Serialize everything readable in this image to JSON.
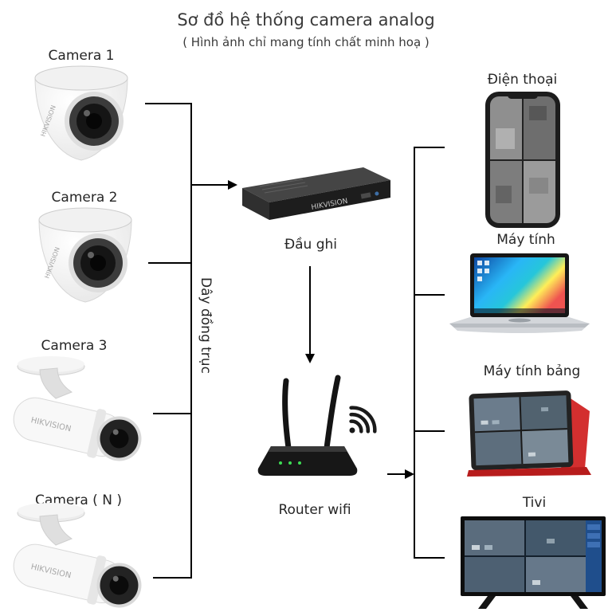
{
  "title": "Sơ đồ hệ thống camera analog",
  "subtitle": "( Hình ảnh chỉ mang tính chất minh hoạ )",
  "brand": "HIKVISION",
  "left_column": {
    "cable_label": "Dây đồng trục",
    "cameras": [
      {
        "label": "Camera 1",
        "type": "dome"
      },
      {
        "label": "Camera 2",
        "type": "dome"
      },
      {
        "label": "Camera 3",
        "type": "bullet"
      },
      {
        "label": "Camera ( N )",
        "type": "bullet"
      }
    ]
  },
  "center": {
    "dvr_label": "Đầu ghi",
    "router_label": "Router wifi"
  },
  "right_column": {
    "devices": [
      {
        "label": "Điện thoại",
        "type": "phone"
      },
      {
        "label": "Máy tính",
        "type": "laptop"
      },
      {
        "label": "Máy tính bảng",
        "type": "tablet"
      },
      {
        "label": "Tivi",
        "type": "tv"
      }
    ]
  }
}
